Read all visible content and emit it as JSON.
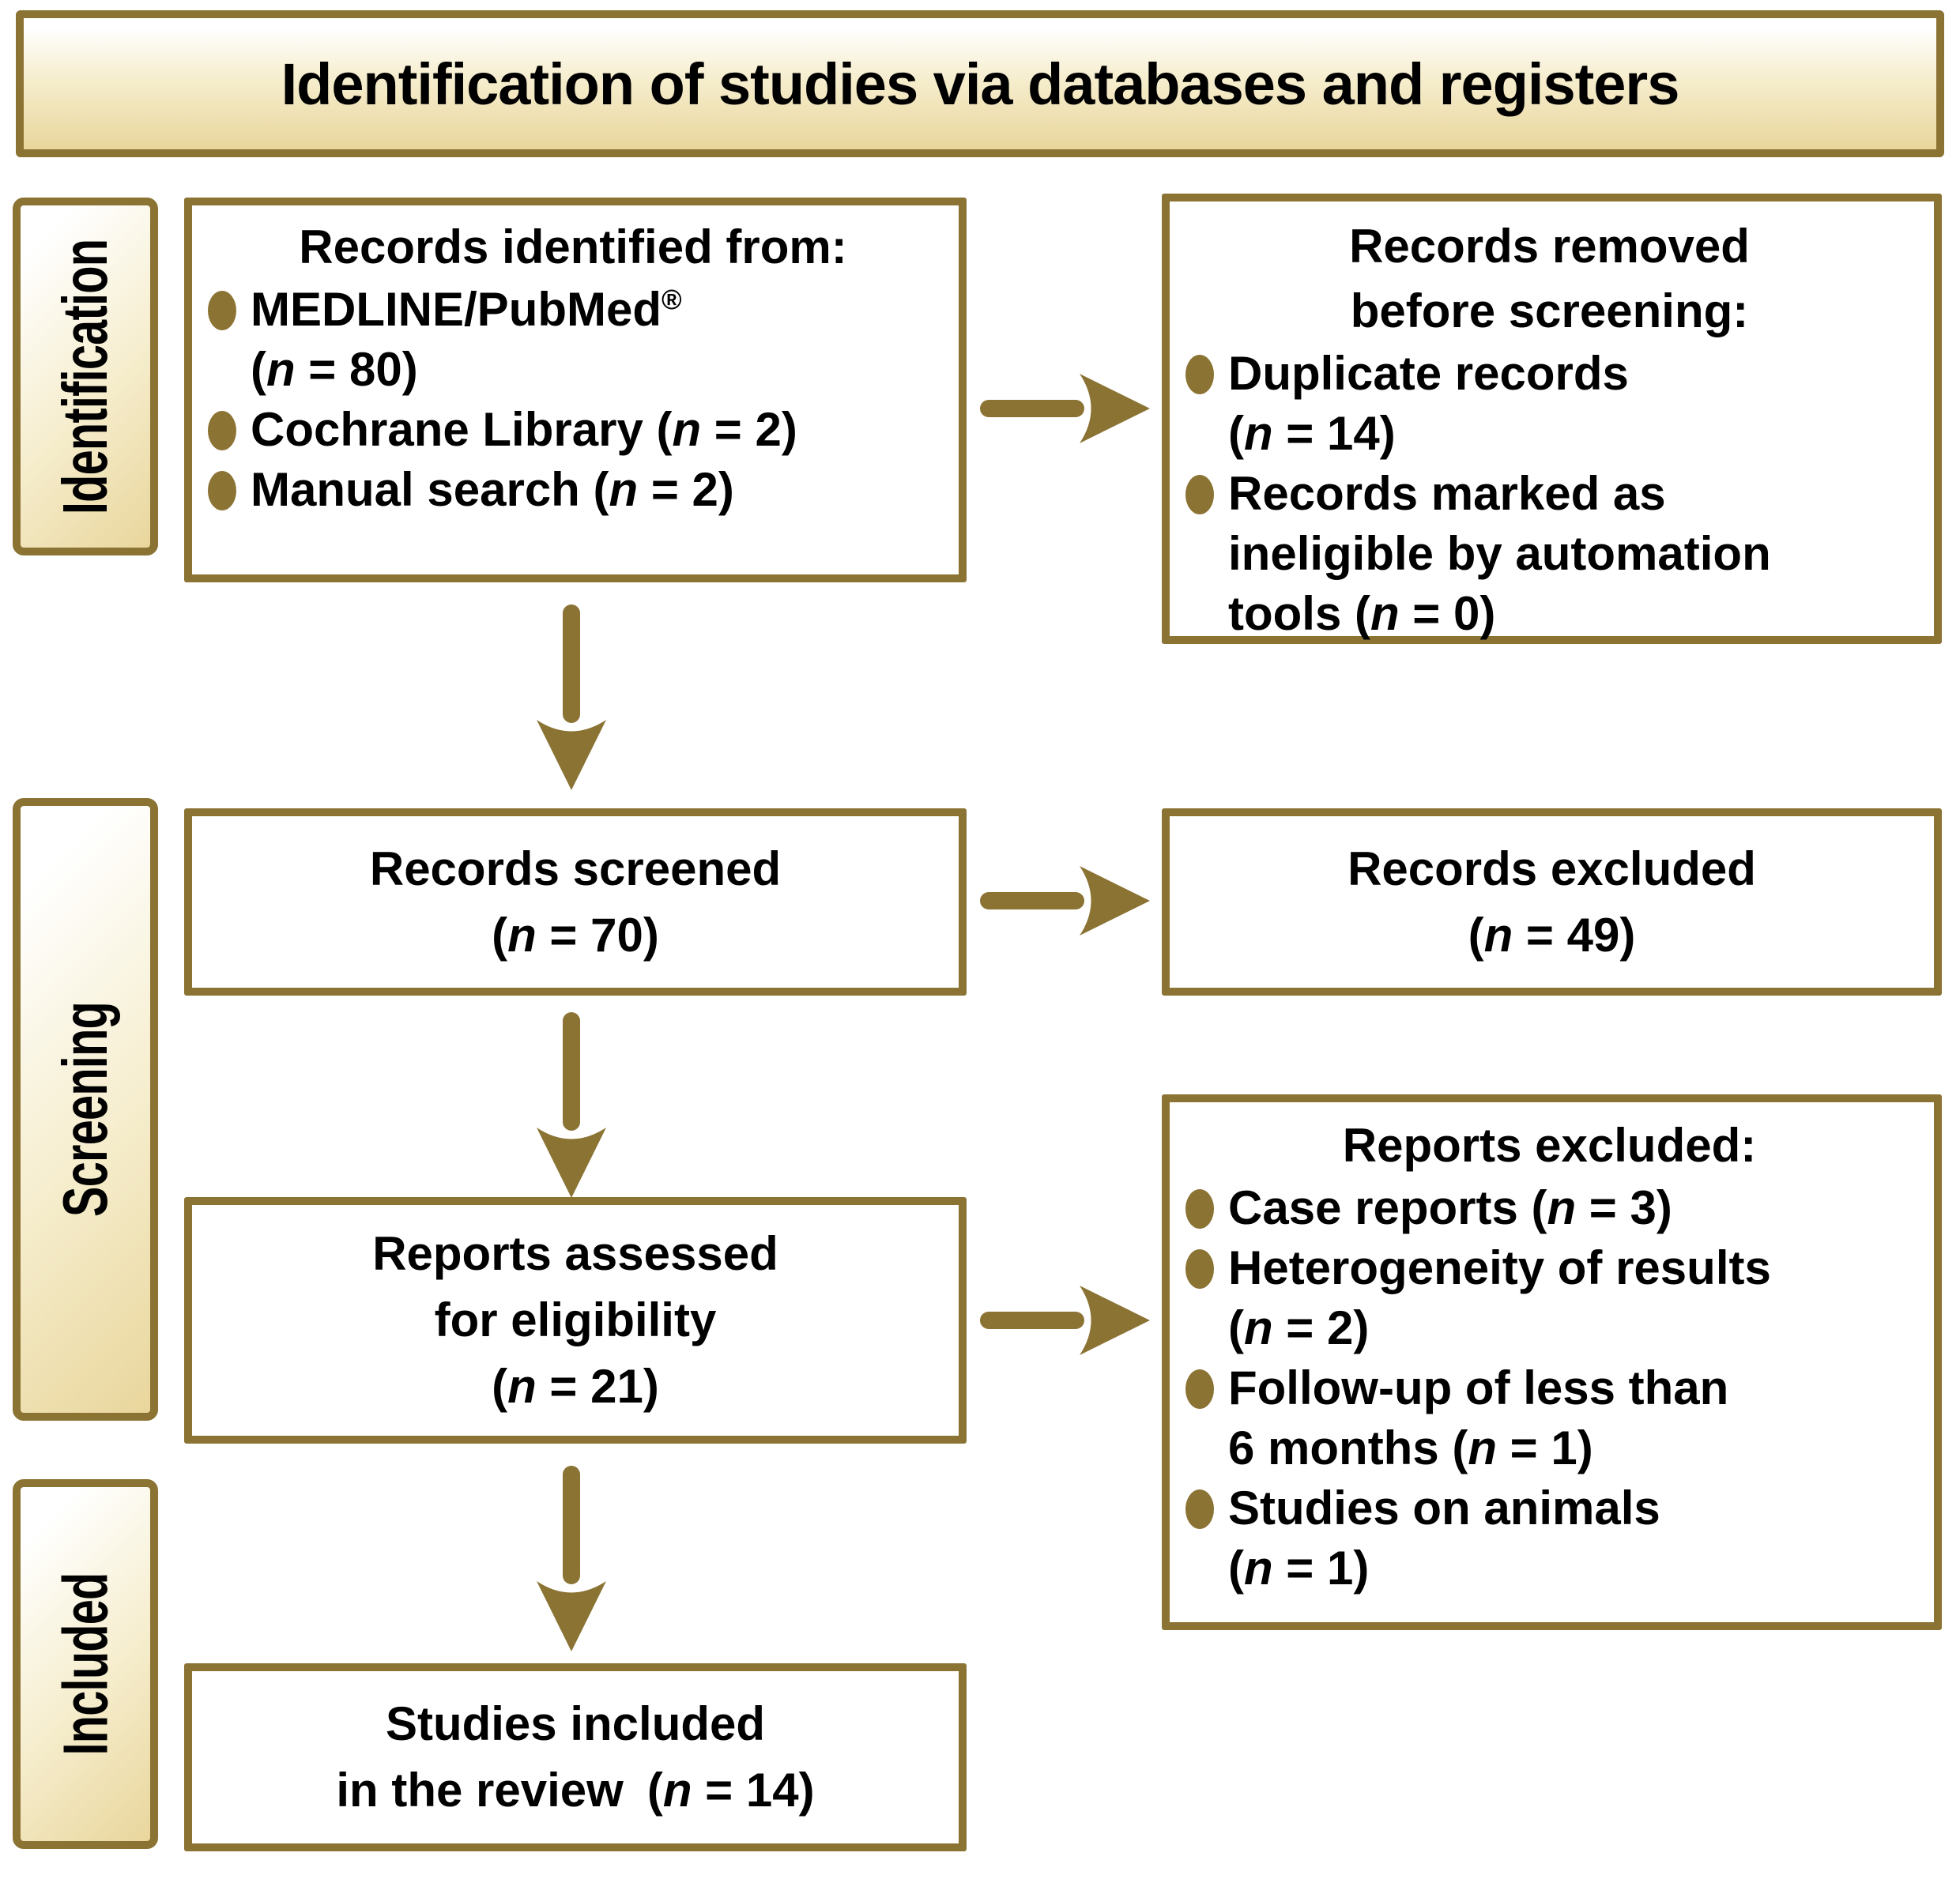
{
  "title": "Identification of studies via databases and registers",
  "colors": {
    "accent": "#8B7334",
    "gradient_end": "#E9D69C"
  },
  "sidebar": {
    "identification": "Identification",
    "screening": "Screening",
    "included": "Included"
  },
  "flow": {
    "identified": {
      "heading": "Records identified from:",
      "items": [
        "MEDLINE/PubMed®\n(n = 80)",
        "Cochrane Library (n = 2)",
        "Manual search (n = 2)"
      ]
    },
    "removed": {
      "heading": "Records removed\nbefore screening:",
      "items": [
        "Duplicate records\n(n = 14)",
        "Records marked as\nineligible by automation\ntools (n = 0)"
      ]
    },
    "screened": {
      "text": "Records screened\n(n = 70)"
    },
    "records_excluded": {
      "text": "Records excluded\n(n = 49)"
    },
    "assessed": {
      "text": "Reports assessed\nfor eligibility\n(n = 21)"
    },
    "reports_excluded": {
      "heading": "Reports excluded:",
      "items": [
        "Case reports (n = 3)",
        "Heterogeneity of results\n(n = 2)",
        "Follow-up of less than\n6 months (n = 1)",
        "Studies on animals\n(n = 1)"
      ]
    },
    "included": {
      "text": "Studies included\nin the review (n = 14)"
    }
  }
}
